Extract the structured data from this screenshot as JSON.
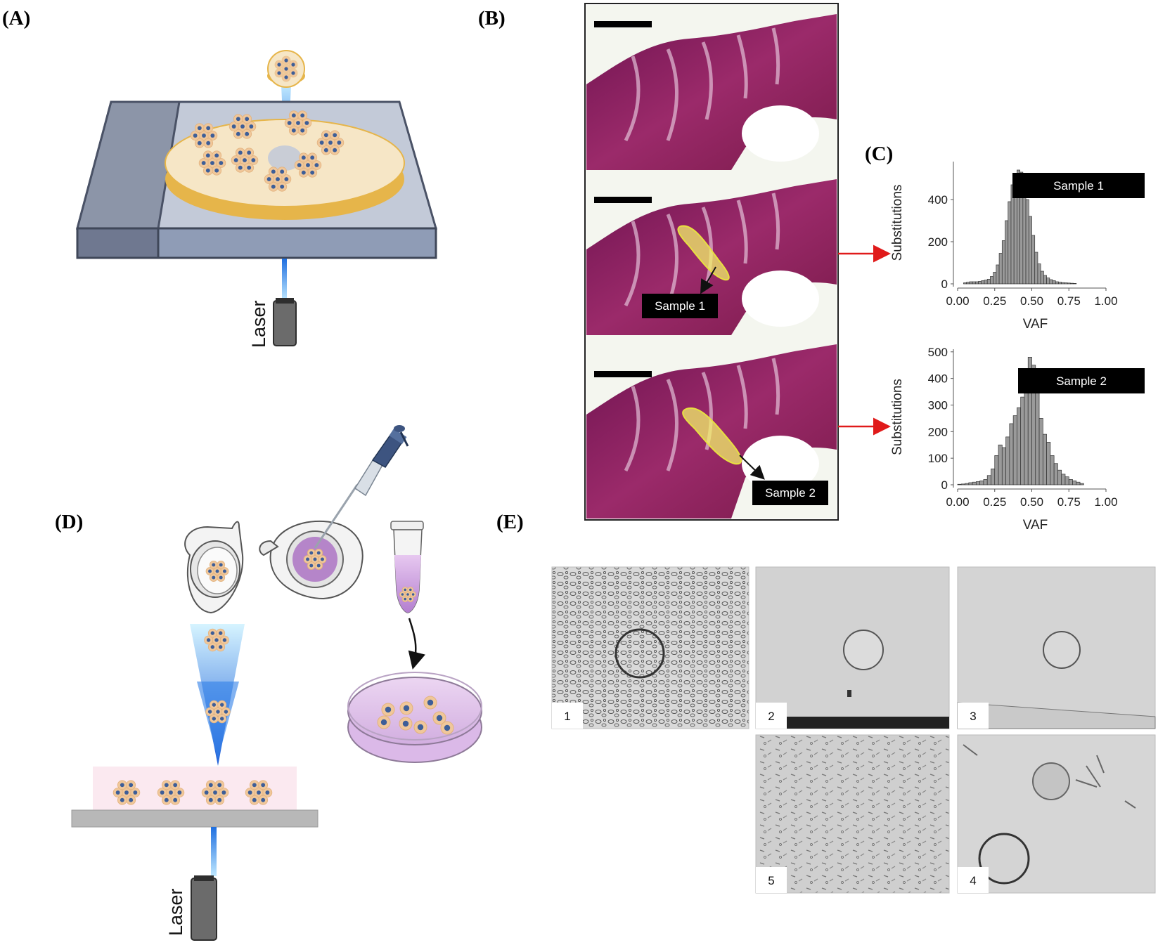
{
  "panels": {
    "a": "(A)",
    "b": "(B)",
    "c": "(C)",
    "d": "(D)",
    "e": "(E)"
  },
  "laser_label": "Laser",
  "tissue_tags": {
    "sample1": "Sample 1",
    "sample2": "Sample 2"
  },
  "micrograph_numbers": [
    "1",
    "2",
    "3",
    "4",
    "5"
  ],
  "colors": {
    "tissue": "#8a1f5c",
    "selection": "#f2f06a",
    "arrow_red": "#e01a1a",
    "beam": "#2f8ff0",
    "slide": "#9aa6bd",
    "disc": "#f6e6c6",
    "disc_edge": "#e6b54a",
    "cell": "#3d5e98",
    "dish": "#d9b8e6"
  },
  "chart_data": [
    {
      "type": "bar",
      "title": "Sample 1",
      "xlabel": "VAF",
      "ylabel": "Substitutions",
      "xlim": [
        0.0,
        1.0
      ],
      "ylim": [
        0,
        580
      ],
      "xticks": [
        "0.00",
        "0.25",
        "0.50",
        "0.75",
        "1.00"
      ],
      "yticks": [
        "0",
        "200",
        "400"
      ],
      "bin_width": 0.02,
      "x": [
        0.05,
        0.07,
        0.09,
        0.11,
        0.13,
        0.15,
        0.17,
        0.19,
        0.21,
        0.23,
        0.25,
        0.27,
        0.29,
        0.31,
        0.33,
        0.35,
        0.37,
        0.39,
        0.41,
        0.43,
        0.45,
        0.47,
        0.49,
        0.51,
        0.53,
        0.55,
        0.57,
        0.59,
        0.61,
        0.63,
        0.65,
        0.67,
        0.69,
        0.71,
        0.73,
        0.75,
        0.77,
        0.79
      ],
      "values": [
        5,
        8,
        10,
        10,
        10,
        12,
        15,
        18,
        22,
        35,
        55,
        90,
        145,
        205,
        300,
        390,
        470,
        510,
        540,
        530,
        470,
        400,
        320,
        230,
        150,
        95,
        60,
        40,
        28,
        20,
        15,
        10,
        8,
        6,
        5,
        4,
        3,
        2
      ]
    },
    {
      "type": "bar",
      "title": "Sample 2",
      "xlabel": "VAF",
      "ylabel": "Substitutions",
      "xlim": [
        0.0,
        1.0
      ],
      "ylim": [
        0,
        510
      ],
      "xticks": [
        "0.00",
        "0.25",
        "0.50",
        "0.75",
        "1.00"
      ],
      "yticks": [
        "0",
        "100",
        "200",
        "300",
        "400",
        "500"
      ],
      "bin_width": 0.025,
      "x": [
        0.0125,
        0.0375,
        0.0625,
        0.0875,
        0.1125,
        0.1375,
        0.1625,
        0.1875,
        0.2125,
        0.2375,
        0.2625,
        0.2875,
        0.3125,
        0.3375,
        0.3625,
        0.3875,
        0.4125,
        0.4375,
        0.4625,
        0.4875,
        0.5125,
        0.5375,
        0.5625,
        0.5875,
        0.6125,
        0.6375,
        0.6625,
        0.6875,
        0.7125,
        0.7375,
        0.7625,
        0.7875,
        0.8125,
        0.8375
      ],
      "values": [
        2,
        3,
        5,
        8,
        10,
        12,
        15,
        20,
        35,
        60,
        110,
        150,
        140,
        180,
        230,
        260,
        290,
        330,
        360,
        480,
        450,
        350,
        250,
        190,
        160,
        110,
        80,
        55,
        40,
        30,
        20,
        15,
        10,
        5
      ]
    }
  ]
}
